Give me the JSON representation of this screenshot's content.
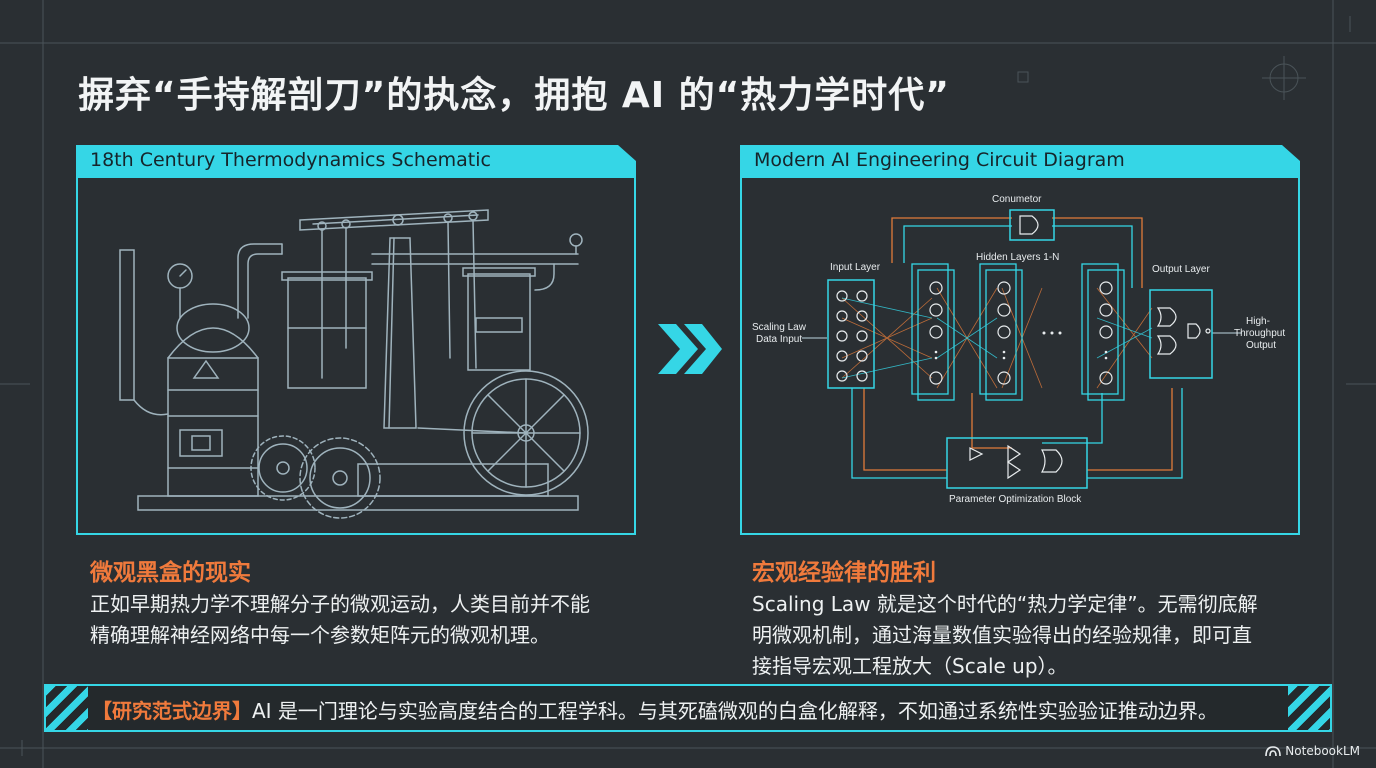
{
  "title": "摒弃“手持解剖刀”的执念，拥抱 AI 的“热力学时代”",
  "left_panel": {
    "header": "18th Century Thermodynamics Schematic"
  },
  "right_panel": {
    "header": "Modern AI Engineering Circuit Diagram",
    "labels": {
      "conumetor": "Conumetor",
      "input_layer": "Input Layer",
      "hidden_layers": "Hidden Layers 1-N",
      "output_layer": "Output Layer",
      "input_l1": "Scaling Law",
      "input_l2": "Data Input",
      "output_l1": "High-",
      "output_l2": "Throughput",
      "output_l3": "Output",
      "param_block": "Parameter Optimization Block"
    }
  },
  "left_section": {
    "title": "微观黑盒的现实",
    "line1": "正如早期热力学不理解分子的微观运动，人类目前并不能",
    "line2": "精确理解神经网络中每一个参数矩阵元的微观机理。"
  },
  "right_section": {
    "title": "宏观经验律的胜利",
    "line1": "Scaling Law 就是这个时代的“热力学定律”。无需彻底解",
    "line2": "明微观机制，通过海量数值实验得出的经验规律，即可直",
    "line3": "接指导宏观工程放大（Scale up）。"
  },
  "banner": {
    "tag": "【研究范式边界】",
    "text": "AI 是一门理论与实验高度结合的工程学科。与其死磕微观的白盒化解释，不如通过系统性实验验证推动边界。"
  },
  "logo": "NotebookLM",
  "colors": {
    "accent": "#35d6e6",
    "orange": "#f07a3c",
    "background": "#2a2f33"
  }
}
